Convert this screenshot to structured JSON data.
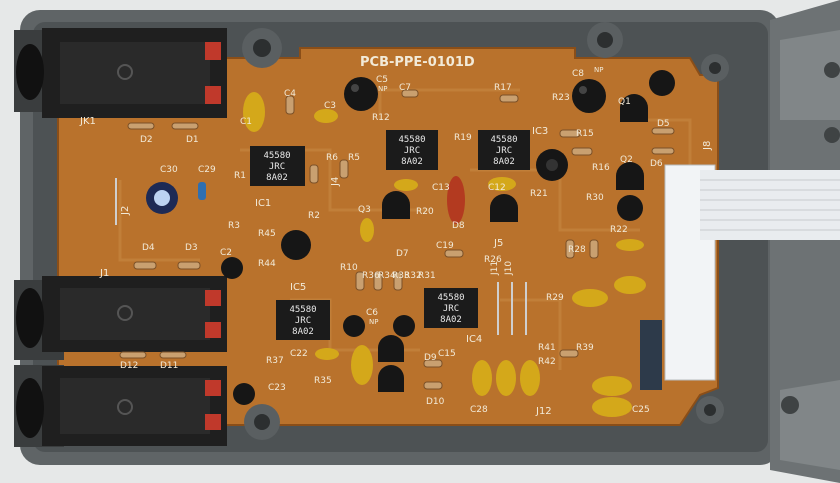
{
  "board": {
    "model_label": "PCB-PPE-0101D",
    "connector_labels": [
      "JK1",
      "J1",
      "J2",
      "J4",
      "J5",
      "J8",
      "J10",
      "J11",
      "J12"
    ],
    "ic_labels": [
      "IC1",
      "IC3",
      "IC4",
      "IC5"
    ],
    "part_labels": {
      "c5": "C5",
      "c5np": "NP",
      "c8": "C8",
      "c8np": "NP",
      "c7": "C7",
      "c3": "C3",
      "c4": "C4",
      "c1": "C1",
      "c2": "C2",
      "c6": "C6",
      "c6np": "NP",
      "c12": "C12",
      "c13": "C13",
      "c15": "C15",
      "c19": "C19",
      "c22": "C22",
      "c23": "C23",
      "c25": "C25",
      "c28": "C28",
      "c29": "C29",
      "c30": "C30",
      "r1": "R1",
      "r2": "R2",
      "r3": "R3",
      "r5": "R5",
      "r6": "R6",
      "r10": "R10",
      "r12": "R12",
      "r15": "R15",
      "r16": "R16",
      "r17": "R17",
      "r19": "R19",
      "r20": "R20",
      "r21": "R21",
      "r22": "R22",
      "r23": "R23",
      "r26": "R26",
      "r28": "R28",
      "r29": "R29",
      "r30": "R30",
      "r31": "R31",
      "r32": "R32",
      "r33": "R33",
      "r34": "R34",
      "r35": "R35",
      "r36": "R36",
      "r37": "R37",
      "r39": "R39",
      "r41": "R41",
      "r42": "R42",
      "r44": "R44",
      "r45": "R45",
      "d1": "D1",
      "d2": "D2",
      "d3": "D3",
      "d4": "D4",
      "d5": "D5",
      "d6": "D6",
      "d7": "D7",
      "d8": "D8",
      "d9": "D9",
      "d10": "D10",
      "d11": "D11",
      "d12": "D12",
      "q1": "Q1",
      "q2": "Q2",
      "q3": "Q3"
    }
  },
  "chips": [
    {
      "line1": "45580",
      "line2": "JRC",
      "line3": "8A02"
    },
    {
      "line1": "45580",
      "line2": "JRC",
      "line3": "8A02"
    },
    {
      "line1": "45580",
      "line2": "JRC",
      "line3": "8A02"
    },
    {
      "line1": "45580",
      "line2": "JRC",
      "line3": "8A02"
    },
    {
      "line1": "45580",
      "line2": "JRC",
      "line3": "8A02"
    }
  ],
  "colors": {
    "pcb": "#b9722c",
    "pcb_dark": "#9a5a20",
    "case": "#5f6466",
    "case_light": "#8a8f90",
    "jack": "#1f1f1f",
    "ribbon": "#e9ecef",
    "film_cap": "#d4a81a",
    "electrolytic": "#161616"
  }
}
